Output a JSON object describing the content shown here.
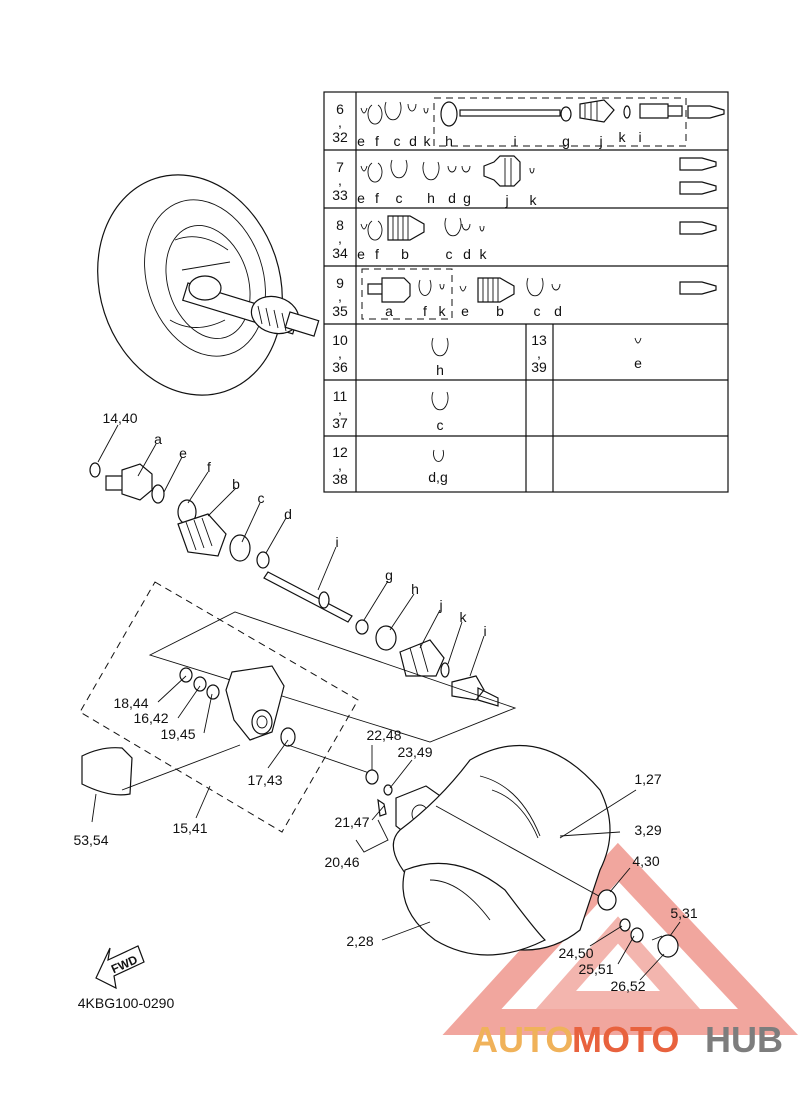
{
  "diagram": {
    "code": "4KBG100-0290",
    "fwd_label": "FWD",
    "watermark": {
      "auto": "AUTO",
      "moto": "MOTO",
      "hub": "HUB",
      "colors": {
        "auto": "#f0b25a",
        "moto": "#e8623e",
        "hub": "#7d7d7d",
        "triangle": "#e24a3a"
      }
    }
  },
  "table": {
    "rows": [
      {
        "num_top": "6",
        "comma": ",",
        "num_bottom": "32",
        "letters": [
          "e",
          "f",
          "c",
          "d",
          "k",
          "h",
          "i",
          "g",
          "j",
          "k",
          "i"
        ]
      },
      {
        "num_top": "7",
        "comma": ",",
        "num_bottom": "33",
        "letters": [
          "e",
          "f",
          "c",
          "h",
          "d",
          "g",
          "j",
          "k"
        ]
      },
      {
        "num_top": "8",
        "comma": ",",
        "num_bottom": "34",
        "letters": [
          "e",
          "f",
          "b",
          "c",
          "d",
          "k"
        ]
      },
      {
        "num_top": "9",
        "comma": ",",
        "num_bottom": "35",
        "letters": [
          "a",
          "f",
          "k",
          "e",
          "b",
          "c",
          "d"
        ]
      },
      {
        "num_top": "10",
        "comma": ",",
        "num_bottom": "36",
        "letter": "h",
        "num2_top": "13",
        "comma2": ",",
        "num2_bottom": "39",
        "letter2": "e"
      },
      {
        "num_top": "11",
        "comma": ",",
        "num_bottom": "37",
        "letter": "c"
      },
      {
        "num_top": "12",
        "comma": ",",
        "num_bottom": "38",
        "letter": "d,g"
      }
    ]
  },
  "callouts": {
    "p14_40": "14,40",
    "a": "a",
    "e": "e",
    "f": "f",
    "b": "b",
    "c": "c",
    "d": "d",
    "i_shaft": "i",
    "g": "g",
    "h": "h",
    "j": "j",
    "k": "k",
    "i_joint": "i",
    "p18_44": "18,44",
    "p16_42": "16,42",
    "p19_45": "19,45",
    "p17_43": "17,43",
    "p15_41": "15,41",
    "p53_54": "53,54",
    "p22_48": "22,48",
    "p23_49": "23,49",
    "p21_47": "21,47",
    "p20_46": "20,46",
    "p1_27": "1,27",
    "p3_29": "3,29",
    "p4_30": "4,30",
    "p5_31": "5,31",
    "p2_28": "2,28",
    "p24_50": "24,50",
    "p25_51": "25,51",
    "p26_52": "26,52"
  }
}
